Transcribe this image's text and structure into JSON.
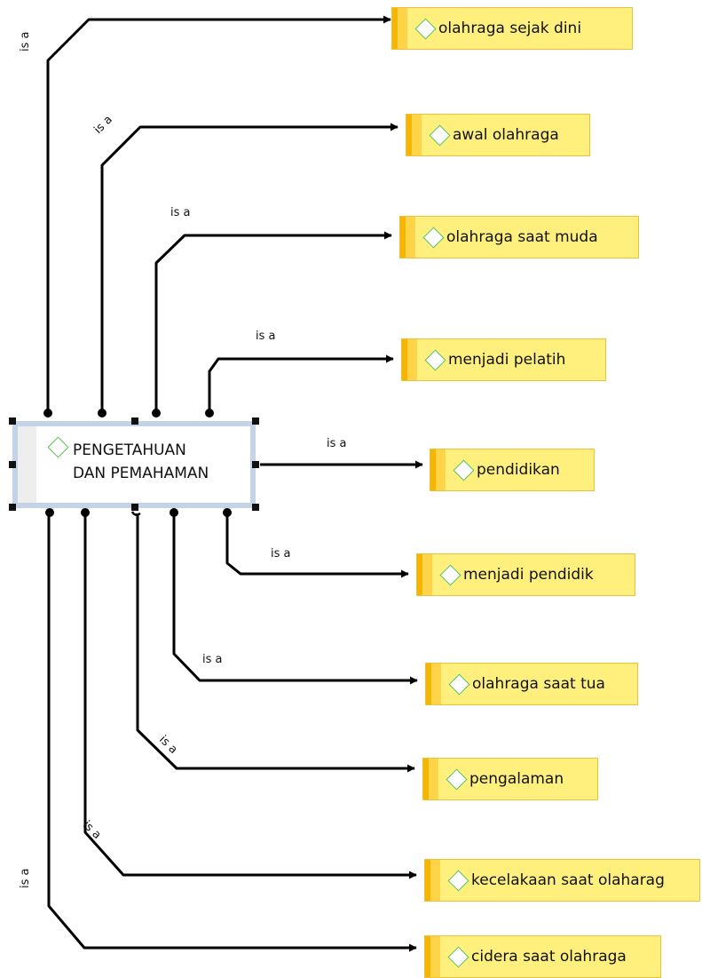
{
  "central": {
    "line1": "PENGETAHUAN",
    "line2": "DAN PEMAHAMAN"
  },
  "relation_label": "is a",
  "nodes": [
    {
      "label": "olahraga sejak dini"
    },
    {
      "label": "awal olahraga"
    },
    {
      "label": "olahraga saat muda"
    },
    {
      "label": "menjadi pelatih"
    },
    {
      "label": "pendidikan"
    },
    {
      "label": "menjadi pendidik"
    },
    {
      "label": "olahraga saat tua"
    },
    {
      "label": "pengalaman"
    },
    {
      "label": "kecelakaan saat olaharag"
    },
    {
      "label": "cidera saat olahraga"
    }
  ],
  "colors": {
    "node_fill": "#fff07d",
    "node_border": "#e9c23d",
    "node_bar_dark": "#f6b500",
    "node_bar_light": "#ffd449",
    "diamond": "#59c24e",
    "central_border": "#c5d3e6",
    "connector": "#000000"
  },
  "icons": {
    "concept": "diamond-icon",
    "arrow": "arrowhead-icon",
    "handle": "selection-handle"
  }
}
